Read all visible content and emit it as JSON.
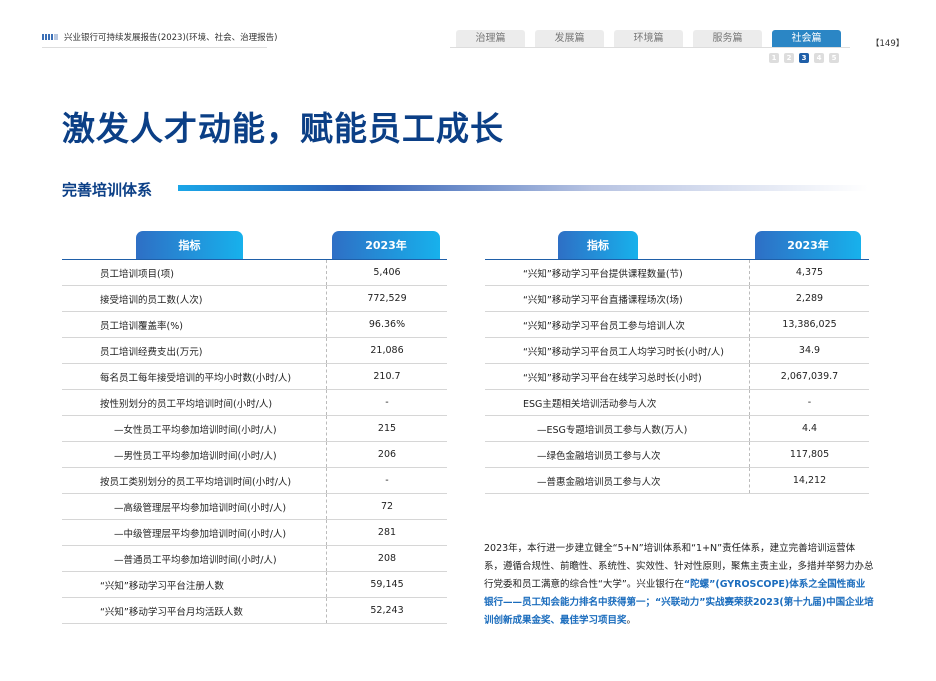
{
  "header": {
    "report_title": "兴业银行可持续发展报告(2023)(环境、社会、治理报告)",
    "page_number": "【149】"
  },
  "tabs": [
    {
      "label": "治理篇"
    },
    {
      "label": "发展篇"
    },
    {
      "label": "环境篇"
    },
    {
      "label": "服务篇"
    },
    {
      "label": "社会篇",
      "active": true
    }
  ],
  "pager": [
    "1",
    "2",
    "3",
    "4",
    "5"
  ],
  "title": "激发人才动能，赋能员工成长",
  "section_title": "完善培训体系",
  "left_table": {
    "headers": [
      "指标",
      "2023年"
    ],
    "rows": [
      {
        "label": "员工培训项目(项)",
        "value": "5,406"
      },
      {
        "label": "接受培训的员工数(人次)",
        "value": "772,529"
      },
      {
        "label": "员工培训覆盖率(%)",
        "value": "96.36%"
      },
      {
        "label": "员工培训经费支出(万元)",
        "value": "21,086"
      },
      {
        "label": "每名员工每年接受培训的平均小时数(小时/人)",
        "value": "210.7"
      },
      {
        "label": "按性别划分的员工平均培训时间(小时/人)",
        "value": "-"
      },
      {
        "label": "—女性员工平均参加培训时间(小时/人)",
        "value": "215",
        "sub": true
      },
      {
        "label": "—男性员工平均参加培训时间(小时/人)",
        "value": "206",
        "sub": true
      },
      {
        "label": "按员工类别划分的员工平均培训时间(小时/人)",
        "value": "-"
      },
      {
        "label": "—高级管理层平均参加培训时间(小时/人)",
        "value": "72",
        "sub": true
      },
      {
        "label": "—中级管理层平均参加培训时间(小时/人)",
        "value": "281",
        "sub": true
      },
      {
        "label": "—普通员工平均参加培训时间(小时/人)",
        "value": "208",
        "sub": true
      },
      {
        "label": "“兴知”移动学习平台注册人数",
        "value": "59,145"
      },
      {
        "label": "“兴知”移动学习平台月均活跃人数",
        "value": "52,243"
      }
    ]
  },
  "right_table": {
    "headers": [
      "指标",
      "2023年"
    ],
    "rows": [
      {
        "label": "“兴知”移动学习平台提供课程数量(节)",
        "value": "4,375"
      },
      {
        "label": "“兴知”移动学习平台直播课程场次(场)",
        "value": "2,289"
      },
      {
        "label": "“兴知”移动学习平台员工参与培训人次",
        "value": "13,386,025"
      },
      {
        "label": "“兴知”移动学习平台员工人均学习时长(小时/人)",
        "value": "34.9"
      },
      {
        "label": "“兴知”移动学习平台在线学习总时长(小时)",
        "value": "2,067,039.7"
      },
      {
        "label": "ESG主题相关培训活动参与人次",
        "value": "-"
      },
      {
        "label": "—ESG专题培训员工参与人数(万人)",
        "value": "4.4",
        "sub": true
      },
      {
        "label": "—绿色金融培训员工参与人次",
        "value": "117,805",
        "sub": true
      },
      {
        "label": "—普惠金融培训员工参与人次",
        "value": "14,212",
        "sub": true
      }
    ]
  },
  "paragraph": {
    "text1": "2023年，本行进一步建立健全“5+N”培训体系和“1+N”责任体系，建立完善培训运营体系，遵循合规性、前瞻性、系统性、实效性、针对性原则，聚焦主责主业，多措并举努力办总行党委和员工满意的综合性“大学”。兴业银行在",
    "highlight": "“陀螺”(GYROSCOPE)体系之全国性商业银行——员工知会能力排名中获得第一；“兴联动力”实战赛荣获2023(第十九届)中国企业培训创新成果金奖、最佳学习项目奖",
    "text2": "。"
  }
}
